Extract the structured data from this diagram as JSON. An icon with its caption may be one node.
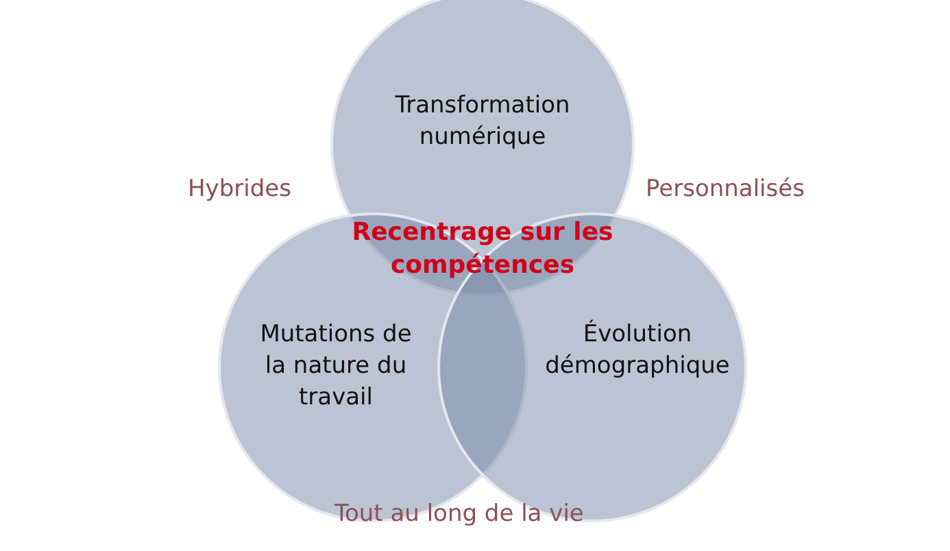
{
  "diagram": {
    "nodes": [
      {
        "text": [
          "Transformation numérique"
        ]
      },
      {
        "text": [
          "Mutations de la nature du travail"
        ]
      },
      {
        "text": [
          "Évolution démographique"
        ]
      }
    ],
    "edges": [],
    "labels": [
      "Hybrides",
      "Personnalisés",
      "Recentrage sur les compétences",
      "Tout au long de la vie"
    ]
  }
}
